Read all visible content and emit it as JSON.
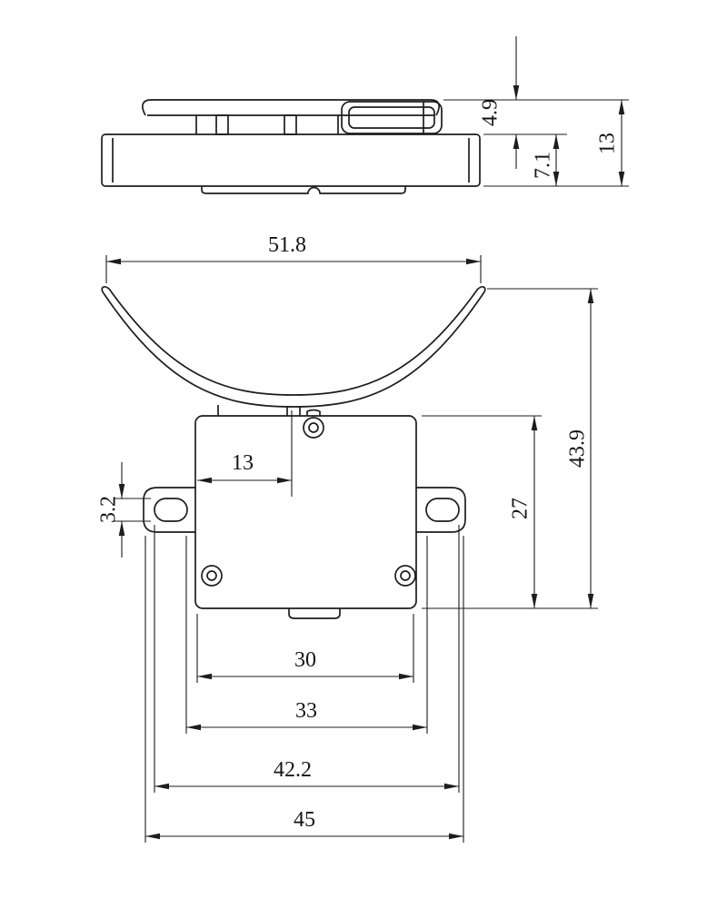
{
  "drawing": {
    "background": "#ffffff",
    "line_color": "#1d1d1d",
    "views": {
      "side_view": "side-profile-view",
      "front_view": "front-view"
    },
    "dimensions": {
      "side": {
        "clip_height": "4.9",
        "base_height": "7.1",
        "overall_height": "13"
      },
      "front": {
        "saddle_width": "51.8",
        "overall_height": "43.9",
        "body_height": "27",
        "hole_center_offset": "13",
        "slot_height": "3.2",
        "body_width": "30",
        "boss_span": "33",
        "slot_outer_span": "42.2",
        "overall_width": "45"
      }
    }
  }
}
